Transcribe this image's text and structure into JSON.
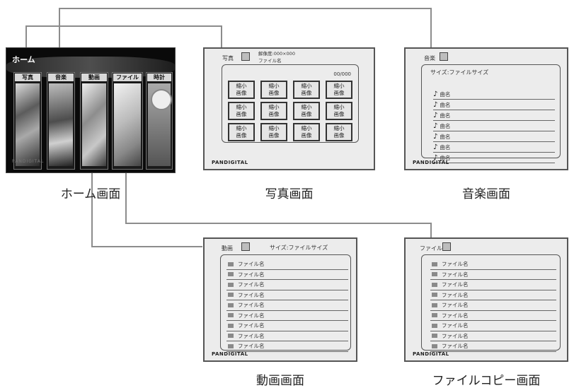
{
  "captions": {
    "home": "ホーム画面",
    "photo": "写真画面",
    "music": "音楽画面",
    "video": "動画画面",
    "filecopy": "ファイルコピー画面"
  },
  "home": {
    "title": "ホーム",
    "tabs": [
      "写真",
      "音楽",
      "動画",
      "ファイル",
      "時計"
    ],
    "footer": "PANDIGITAL"
  },
  "photo_screen": {
    "title": "写真",
    "info_line1": "解像度:000×000",
    "info_line2": "ファイル名",
    "counter": "00/000",
    "thumb_line1": "縮小",
    "thumb_line2": "画像",
    "logo": "PANDIGITAL"
  },
  "music_screen": {
    "title": "音楽",
    "size_label": "サイズ:ファイルサイズ",
    "item_label": "曲名",
    "item_icon": "music-note-icon",
    "logo": "PANDIGITAL"
  },
  "video_screen": {
    "title": "動画",
    "size_label": "サイズ:ファイルサイズ",
    "item_label": "ファイル名",
    "logo": "PANDIGITAL"
  },
  "filecopy_screen": {
    "title": "ファイル",
    "item_label": "ファイル名",
    "logo": "PANDIGITAL"
  },
  "colors": {
    "connector": "#888888",
    "screen_bg": "#ececec",
    "home_bg": "#0a0a0a"
  }
}
